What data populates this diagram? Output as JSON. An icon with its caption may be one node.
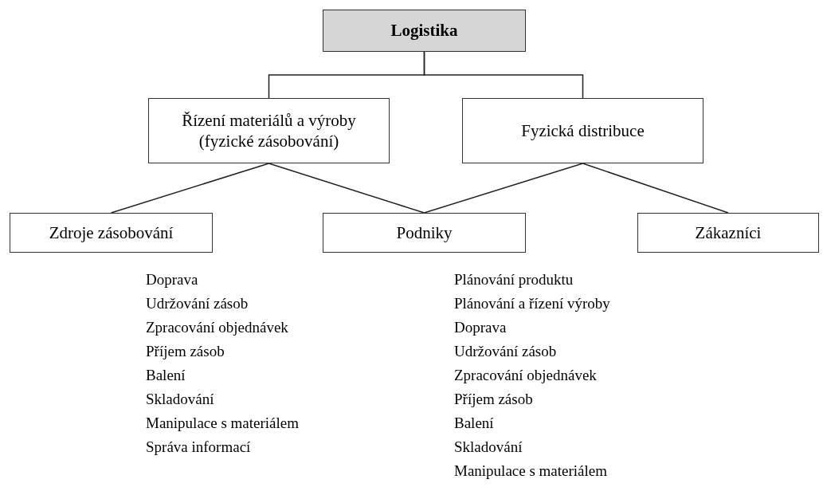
{
  "diagram": {
    "nodes": [
      {
        "text": [
          "Logistika"
        ]
      },
      {
        "text": [
          "Řízení materiálů a výroby (fyzické zásobování)"
        ]
      },
      {
        "text": [
          "Fyzická distribuce"
        ]
      },
      {
        "text": [
          "Zdroje zásobování"
        ]
      },
      {
        "text": [
          "Podniky"
        ]
      },
      {
        "text": [
          "Zákazníci"
        ]
      }
    ],
    "edges": [
      {
        "from": 0,
        "to": 1,
        "arrow": "none"
      },
      {
        "from": 0,
        "to": 2,
        "arrow": "none"
      },
      {
        "from": 1,
        "to": 3,
        "arrow": "none"
      },
      {
        "from": 1,
        "to": 4,
        "arrow": "none"
      },
      {
        "from": 2,
        "to": 4,
        "arrow": "none"
      },
      {
        "from": 2,
        "to": 5,
        "arrow": "none"
      }
    ],
    "labels": [
      "Doprava",
      "Udržování zásob",
      "Zpracování objednávek",
      "Příjem zásob",
      "Balení",
      "Skladování",
      "Manipulace s materiálem",
      "Správa informací",
      "Plánování produktu",
      "Plánování a řízení výroby",
      "Doprava",
      "Udržování zásob",
      "Zpracování objednávek",
      "Příjem zásob",
      "Balení",
      "Skladování",
      "Manipulace s materiálem"
    ]
  }
}
